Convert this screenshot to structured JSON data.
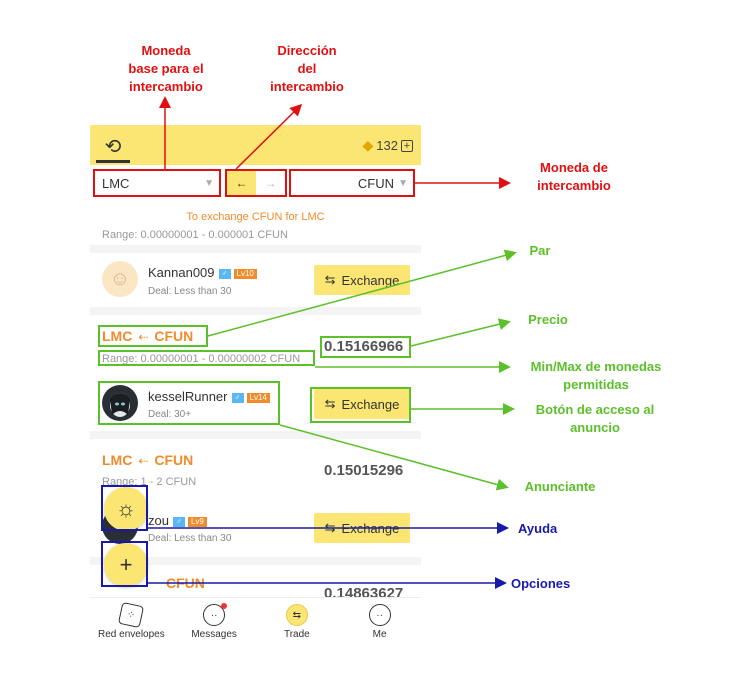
{
  "app": {
    "diamonds": "132",
    "base_currency": "LMC",
    "quote_currency": "CFUN",
    "dir_left": "←",
    "dir_right": "→",
    "hint": "To exchange CFUN for LMC",
    "top_range": "Range: 0.00000001 - 0.000001 CFUN"
  },
  "listings": [
    {
      "user": "Kannan009",
      "gender": "♂",
      "level": "Lv10",
      "deal": "Deal: Less than 30",
      "button": "Exchange"
    },
    {
      "pair_base": "LMC",
      "pair_arrow": "⇠",
      "pair_quote": "CFUN",
      "price": "0.15166966",
      "range": "Range: 0.00000001 - 0.00000002 CFUN",
      "user": "kesselRunner",
      "gender": "♂",
      "level": "Lv14",
      "deal": "Deal: 30+",
      "button": "Exchange"
    },
    {
      "pair_base": "LMC",
      "pair_arrow": "⇠",
      "pair_quote": "CFUN",
      "price": "0.15015296",
      "range": "Range: 1 - 2 CFUN",
      "user": "zou",
      "gender": "♂",
      "level": "Lv9",
      "deal": "Deal: Less than 30",
      "button": "Exchange"
    },
    {
      "pair_quote": "CFUN",
      "price": "0.14863627"
    }
  ],
  "nav": [
    {
      "label": "Red envelopes",
      "icon": "dice-icon"
    },
    {
      "label": "Messages",
      "icon": "chat-bubble-icon"
    },
    {
      "label": "Trade",
      "icon": "trade-icon"
    },
    {
      "label": "Me",
      "icon": "profile-icon"
    }
  ],
  "annotations": {
    "base_line1": "Moneda",
    "base_line2": "base para el",
    "base_line3": "intercambio",
    "dir_line1": "Dirección",
    "dir_line2": "del",
    "dir_line3": "intercambio",
    "quote_line1": "Moneda de",
    "quote_line2": "intercambio",
    "par": "Par",
    "precio": "Precio",
    "minmax_line1": "Min/Max de monedas",
    "minmax_line2": "permitidas",
    "boton_line1": "Botón de acceso al",
    "boton_line2": "anuncio",
    "anunciante": "Anunciante",
    "ayuda": "Ayuda",
    "opciones": "Opciones"
  },
  "colors": {
    "yellow": "#fbe673",
    "orange": "#f08c2a",
    "annotation_red": "#e01010",
    "annotation_green": "#5cc02a",
    "annotation_blue": "#1a1aa8"
  }
}
